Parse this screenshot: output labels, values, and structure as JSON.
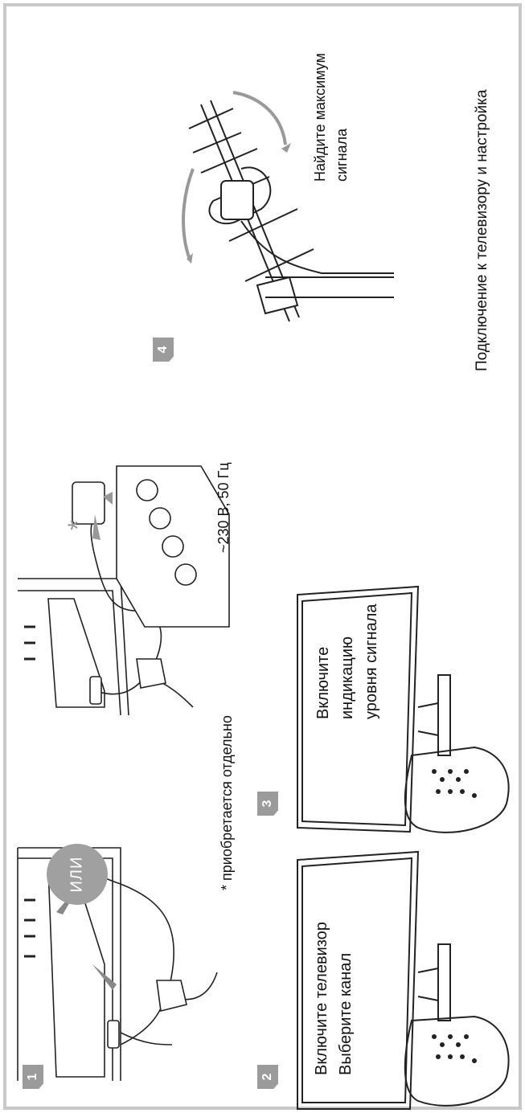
{
  "title": "Подключение к телевизору и настройка",
  "steps": {
    "s1": "1",
    "s2": "2",
    "s3": "3",
    "s4": "4"
  },
  "or_label": "ИЛИ",
  "footnote": "* приобретается отдельно",
  "asterisk": "*",
  "power_spec": "~230 В, 50 Гц",
  "tv1_screen": {
    "line1": "Включите телевизор",
    "line2": "Выберите канал"
  },
  "tv2_screen": {
    "line1": "Включите",
    "line2": "индикацию",
    "line3": "уровня сигнала"
  },
  "antenna_caption": {
    "line1": "Найдите  максимум",
    "line2": "сигнала"
  },
  "colors": {
    "frame": "#c8c8c8",
    "badge": "#9b9b9b",
    "arrow": "#999999",
    "line": "#222222"
  }
}
